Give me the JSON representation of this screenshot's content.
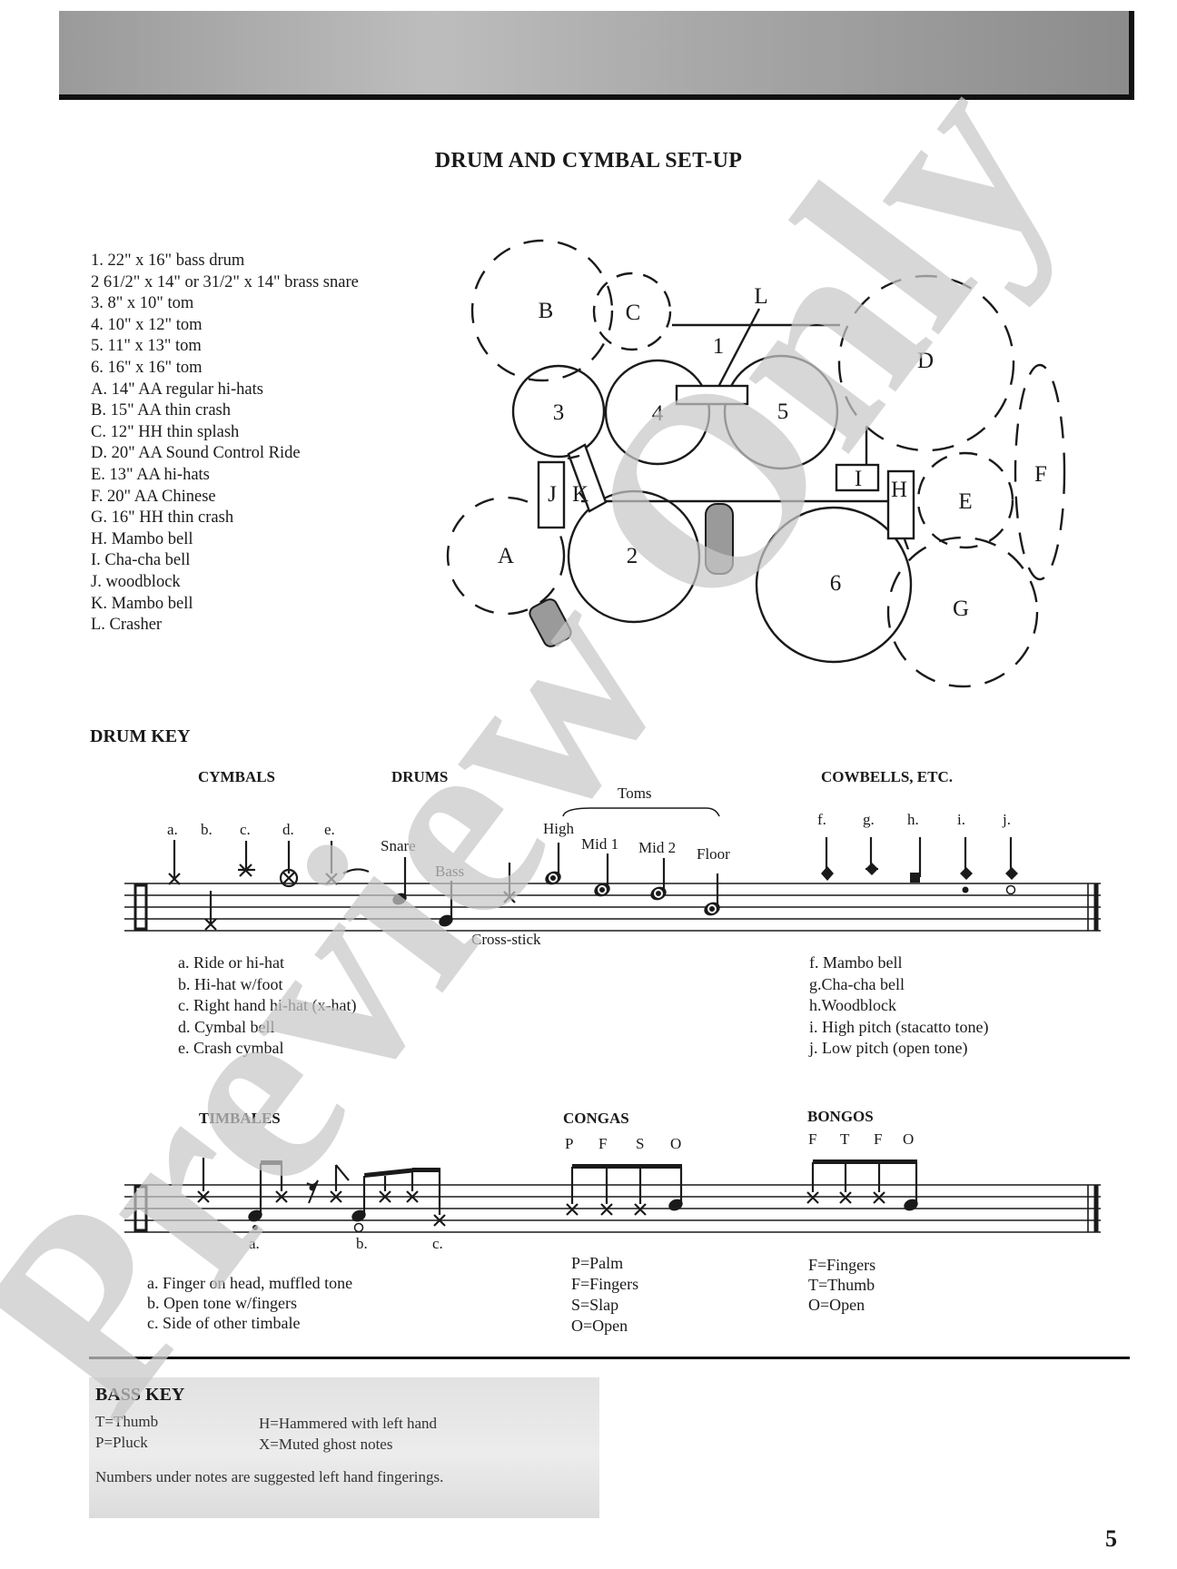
{
  "title": "DRUM AND CYMBAL SET-UP",
  "legend": [
    "1. 22\" x 16\" bass drum",
    "2  61/2\" x 14\" or 31/2\" x 14\" brass snare",
    "3. 8\" x 10\" tom",
    "4. 10\" x 12\" tom",
    "5. 11\" x 13\" tom",
    "6. 16\" x 16\" tom",
    "A. 14\" AA regular hi-hats",
    "B. 15\" AA thin crash",
    "C. 12\" HH thin splash",
    "D. 20\" AA Sound Control Ride",
    "E. 13\" AA hi-hats",
    "F. 20\" AA Chinese",
    "G. 16\" HH thin crash",
    "H. Mambo bell",
    "I. Cha-cha bell",
    "J. woodblock",
    "K. Mambo bell",
    "L. Crasher"
  ],
  "setup_labels": {
    "bass": "1",
    "snare": "2",
    "tom3": "3",
    "tom4": "4",
    "tom5": "5",
    "tom6": "6",
    "A": "A",
    "B": "B",
    "C": "C",
    "D": "D",
    "E": "E",
    "F": "F",
    "G": "G",
    "H": "H",
    "I": "I",
    "J": "J",
    "K": "K",
    "L": "L"
  },
  "drum_key": {
    "heading": "DRUM KEY",
    "cymbals_heading": "CYMBALS",
    "drums_heading": "DRUMS",
    "cowbells_heading": "COWBELLS, ETC.",
    "cymbal_letters": [
      "a.",
      "b.",
      "c.",
      "d.",
      "e."
    ],
    "drum_labels": {
      "snare": "Snare",
      "bass": "Bass",
      "toms": "Toms",
      "high": "High",
      "mid1": "Mid 1",
      "mid2": "Mid 2",
      "floor": "Floor",
      "crossstick": "Cross-stick"
    },
    "cowbell_letters": [
      "f.",
      "g.",
      "h.",
      "i.",
      "j."
    ],
    "cymbal_desc": [
      "a. Ride or hi-hat",
      "b. Hi-hat w/foot",
      "c. Right hand hi-hat (x-hat)",
      "d. Cymbal bell",
      "e. Crash cymbal"
    ],
    "cowbell_desc": [
      "f. Mambo bell",
      "g.Cha-cha bell",
      "h.Woodblock",
      "i. High pitch (stacatto tone)",
      "j. Low pitch (open tone)"
    ]
  },
  "timbales": {
    "heading": "TIMBALES",
    "letters": [
      "a.",
      "b.",
      "c."
    ],
    "desc": [
      "a. Finger on head, muffled tone",
      "b. Open tone w/fingers",
      "c. Side of other timbale"
    ]
  },
  "congas": {
    "heading": "CONGAS",
    "strokes": [
      "P",
      "F",
      "S",
      "O"
    ],
    "desc": [
      "P=Palm",
      "F=Fingers",
      "S=Slap",
      "O=Open"
    ]
  },
  "bongos": {
    "heading": "BONGOS",
    "strokes": [
      "F",
      "T",
      "F",
      "O"
    ],
    "desc": [
      "F=Fingers",
      "T=Thumb",
      "O=Open"
    ]
  },
  "bass_key": {
    "heading": "BASS KEY",
    "left": [
      "T=Thumb",
      "P=Pluck"
    ],
    "right": [
      "H=Hammered with left hand",
      "X=Muted ghost notes"
    ],
    "note": "Numbers under notes are suggested left hand fingerings."
  },
  "page_number": "5",
  "watermark": "Preview Only"
}
